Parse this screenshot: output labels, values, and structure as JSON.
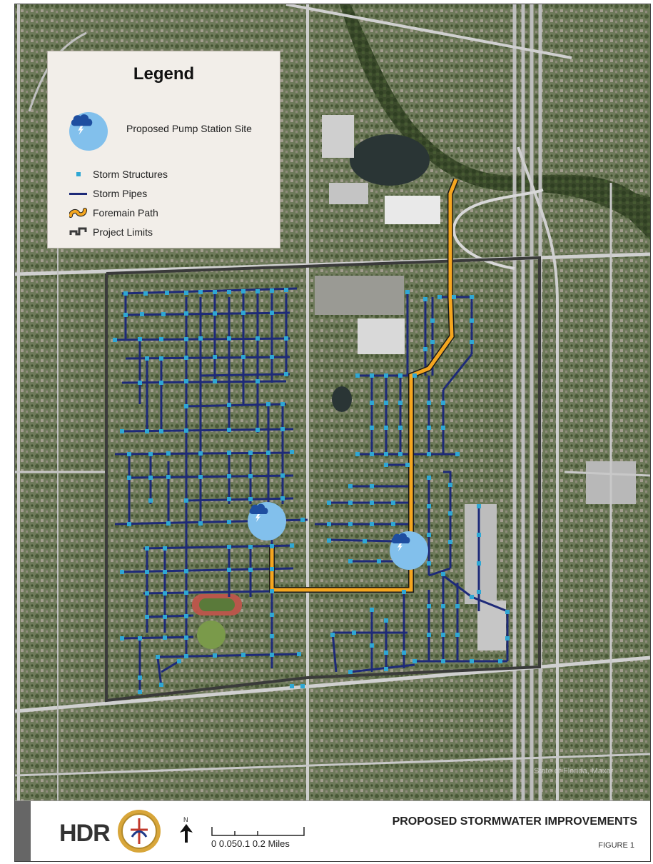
{
  "legend": {
    "title": "Legend",
    "items": [
      {
        "label": "Proposed Pump Station Site",
        "icon": "pump-station-icon"
      },
      {
        "label": "Storm Structures",
        "icon": "storm-structure-icon"
      },
      {
        "label": "Storm Pipes",
        "icon": "storm-pipe-icon"
      },
      {
        "label": "Foremain Path",
        "icon": "foremain-path-icon"
      },
      {
        "label": "Project Limits",
        "icon": "project-limits-icon"
      }
    ]
  },
  "footer": {
    "title": "PROPOSED STORMWATER IMPROVEMENTS",
    "figure": "FIGURE 1",
    "logo": "HDR",
    "north_label": "N",
    "scale_labels": "0  0.050.1        0.2  Miles"
  },
  "watermark": "State of Florida, Maxar",
  "colors": {
    "storm_structure": "#2fa7d4",
    "storm_pipe": "#1e2a78",
    "foremain": "#f4a620",
    "project_limits": "#3a3a3a",
    "pump_station": "#82c0ec"
  }
}
